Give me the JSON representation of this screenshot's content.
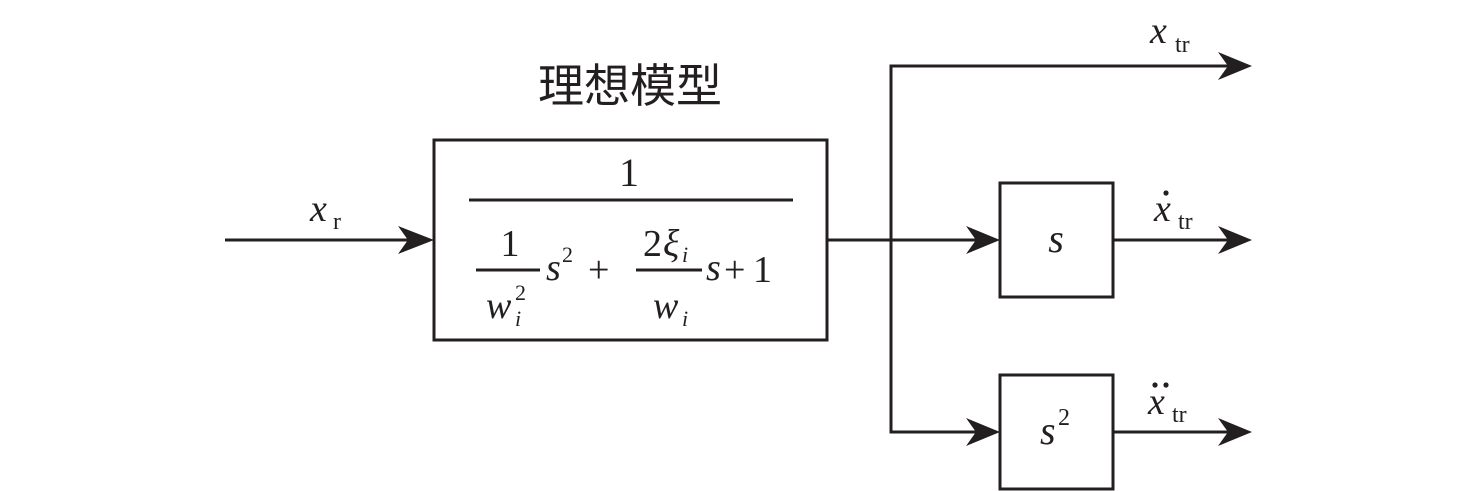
{
  "title": "理想模型",
  "input_signal": {
    "symbol": "x",
    "subscript": "r"
  },
  "ideal_model_block": {
    "numerator": "1",
    "denominator": {
      "term1": {
        "coef_num": "1",
        "coef_den": "w",
        "coef_den_sup": "2",
        "coef_den_sub": "i",
        "var": "s",
        "var_sup": "2"
      },
      "op1": "+",
      "term2": {
        "coef_num": "2",
        "coef_num_greek": "ξ",
        "coef_num_sub": "i",
        "coef_den": "w",
        "coef_den_sub": "i",
        "var": "s"
      },
      "op2": "+",
      "const": "1"
    }
  },
  "blocks": [
    {
      "label": "s",
      "sup": ""
    },
    {
      "label": "s",
      "sup": "2"
    }
  ],
  "outputs": [
    {
      "symbol": "x",
      "subscript": "tr",
      "accent": ""
    },
    {
      "symbol": "x",
      "subscript": "tr",
      "accent": "˙"
    },
    {
      "symbol": "x",
      "subscript": "tr",
      "accent": "¨"
    }
  ]
}
